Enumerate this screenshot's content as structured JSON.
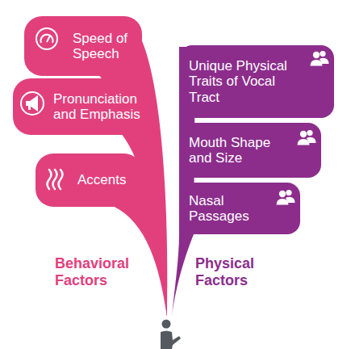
{
  "diagram": {
    "nodes": [
      {
        "text": [
          "Speed of Speech"
        ]
      },
      {
        "text": [
          "Pronunciation and Emphasis"
        ]
      },
      {
        "text": [
          "Accents"
        ]
      },
      {
        "text": [
          "Unique Physical Traits of Vocal Tract"
        ]
      },
      {
        "text": [
          "Mouth Shape and Size"
        ]
      },
      {
        "text": [
          "Nasal Passages"
        ]
      }
    ],
    "labels": [
      "Behavioral Factors",
      "Physical Factors"
    ]
  }
}
